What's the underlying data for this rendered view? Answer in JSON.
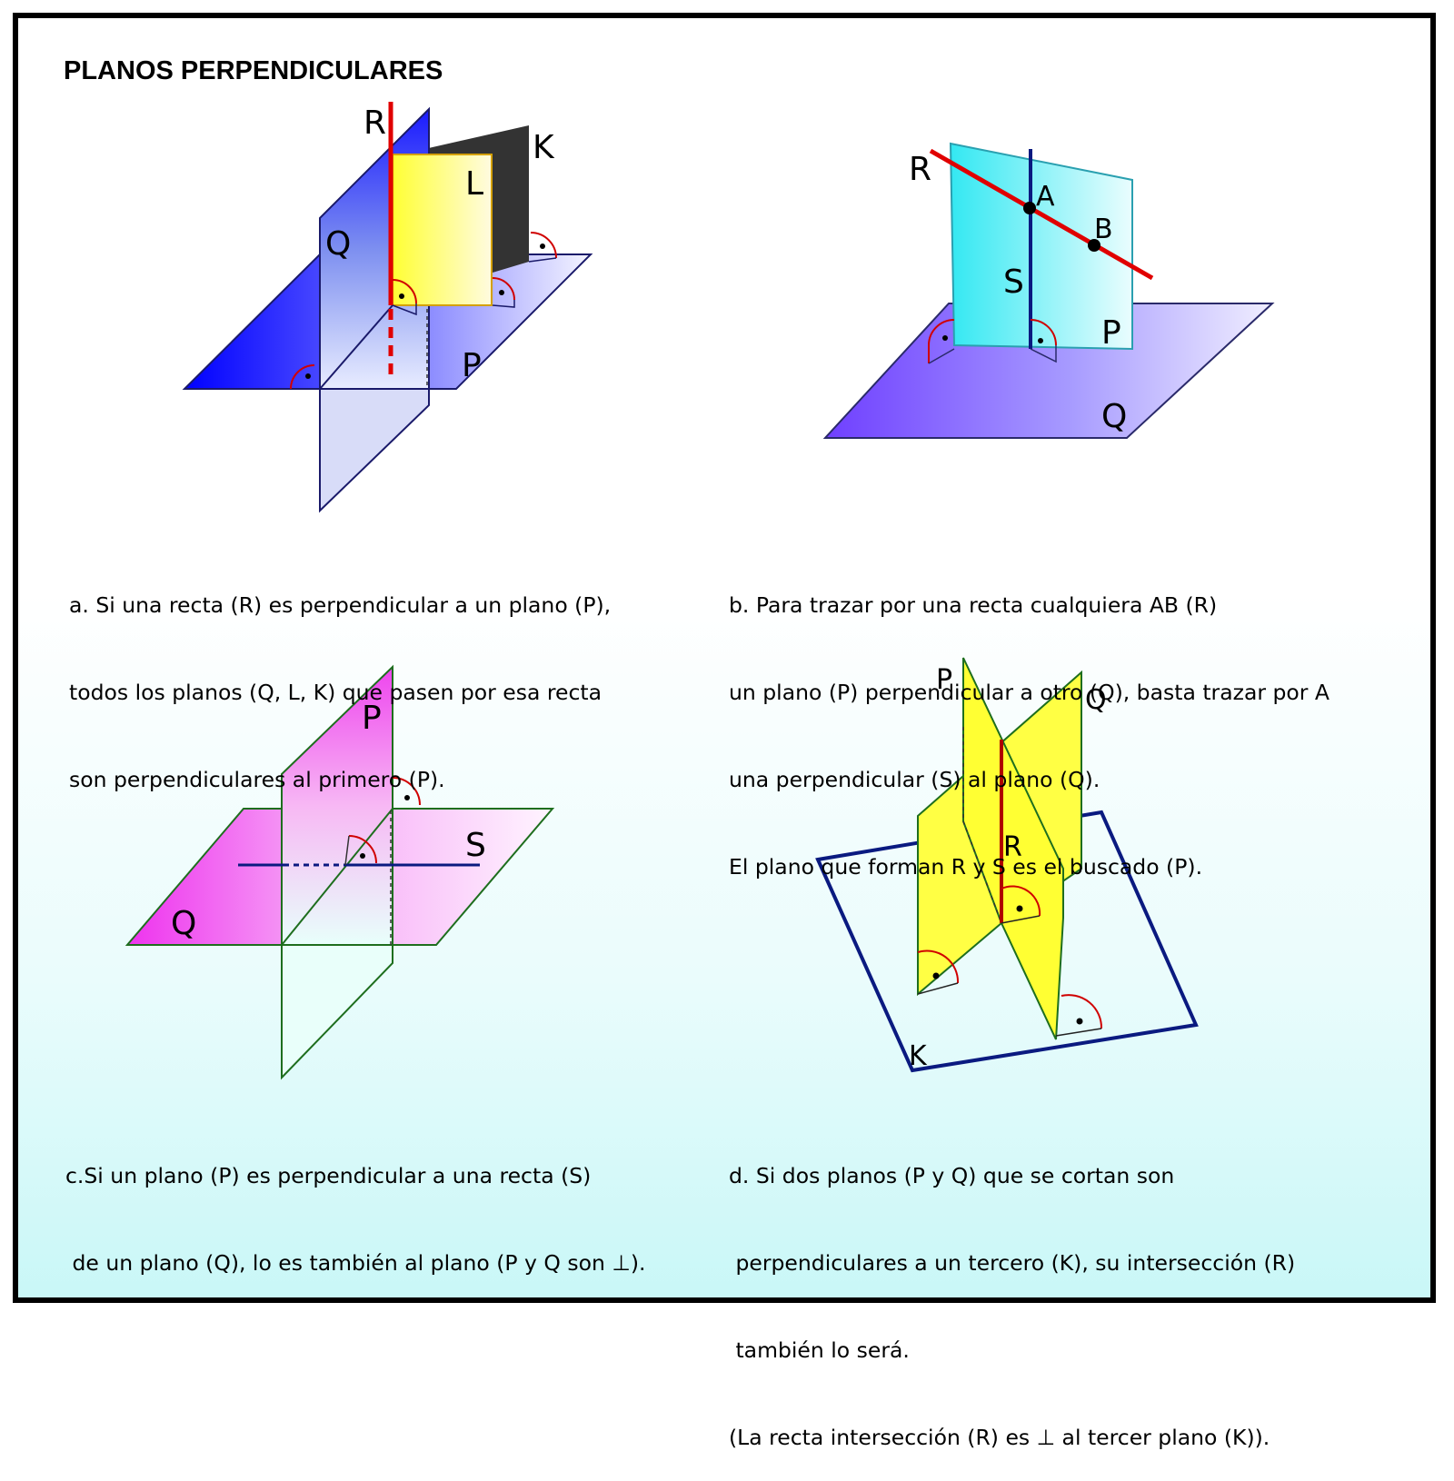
{
  "title": "PLANOS PERPENDICULARES",
  "figures": {
    "a": {
      "R": "R",
      "K": "K",
      "L": "L",
      "Q": "Q",
      "P": "P"
    },
    "b": {
      "R": "R",
      "A": "A",
      "B": "B",
      "S": "S",
      "P": "P",
      "Q": "Q"
    },
    "c": {
      "P": "P",
      "S": "S",
      "Q": "Q"
    },
    "d": {
      "P": "P",
      "Q": "Q",
      "R": "R",
      "K": "K"
    }
  },
  "captions": {
    "a": [
      "a. Si una recta (R) es perpendicular a un plano (P),",
      "todos los planos (Q, L, K) que pasen por esa recta",
      "son perpendiculares al primero (P)."
    ],
    "b": [
      "b. Para trazar por una recta cualquiera AB (R)",
      "un plano (P) perpendicular a otro (Q), basta trazar por A",
      "una perpendicular (S) al plano (Q).",
      "El plano que forman R y S es el buscado (P)."
    ],
    "c": [
      "c.Si un plano (P) es perpendicular a una recta (S)",
      " de un plano (Q), lo es también al plano (P y Q son ⊥)."
    ],
    "d": [
      "d. Si dos planos (P y Q) que se cortan son",
      " perpendiculares a un tercero (K), su intersección (R)",
      " también lo será.",
      "(La recta intersección (R) es ⊥ al tercer plano (K))."
    ]
  },
  "colors": {
    "red": "#e00000",
    "navy": "#0a1a80",
    "green": "#1e6e1e",
    "magenta": "#ee44ee",
    "cyan": "#3de6f0",
    "yellow": "#ffff33",
    "blue": "#0000ff"
  }
}
